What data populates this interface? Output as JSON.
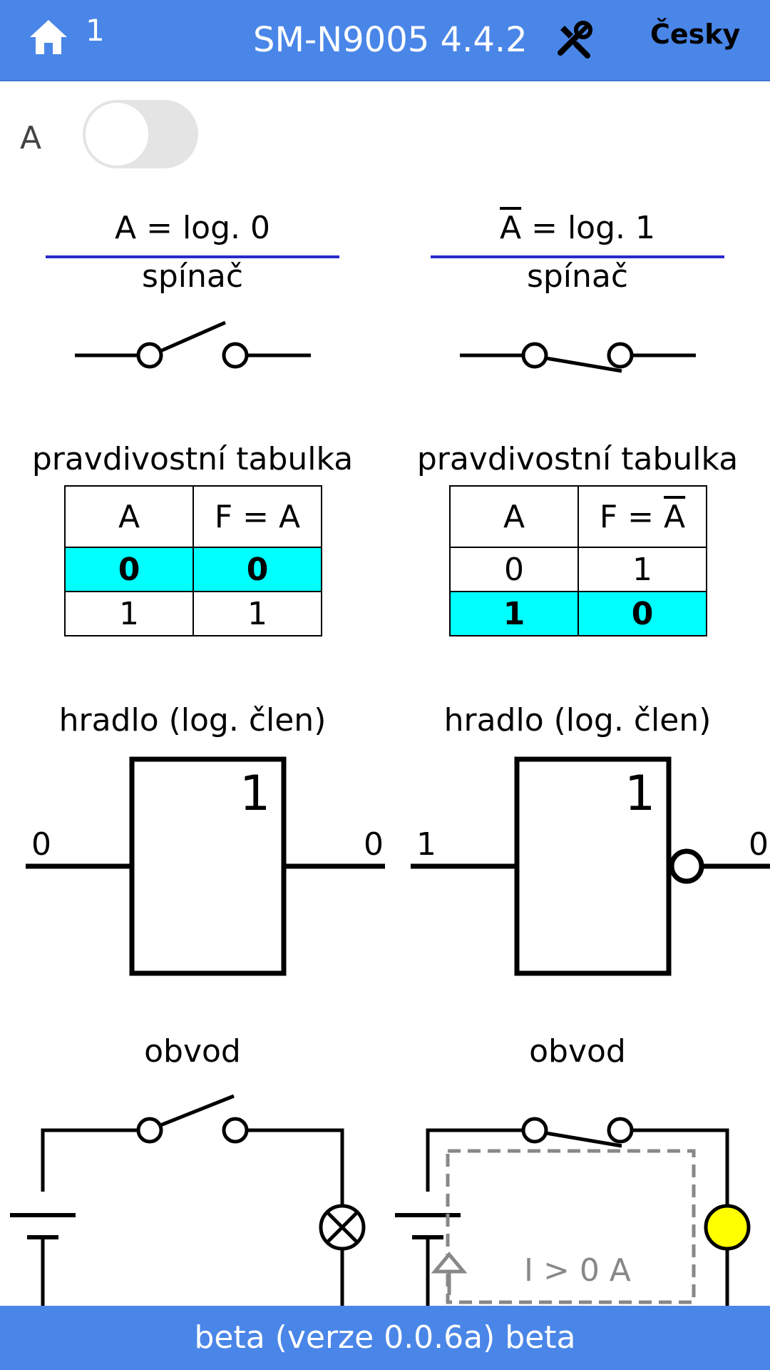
{
  "header": {
    "page_number": "1",
    "title": "SM-N9005 4.4.2",
    "language": "Česky",
    "icons": {
      "home": "home-icon",
      "tools": "tools-icon"
    }
  },
  "input": {
    "label": "A",
    "toggle_on": false
  },
  "left": {
    "state_var": "A",
    "state_rest": " = log. 0",
    "switch_caption": "spínač",
    "truth_caption": "pravdivostní tabulka",
    "truth_head": [
      "A",
      "F = A"
    ],
    "truth_rows": [
      [
        "0",
        "0"
      ],
      [
        "1",
        "1"
      ]
    ],
    "highlight_row": 0,
    "gate_caption": "hradlo (log. člen)",
    "gate_symbol": "1",
    "gate_in": "0",
    "gate_out": "0",
    "circuit_caption": "obvod"
  },
  "right": {
    "state_var": "A",
    "state_rest": " = log. 1",
    "switch_caption": "spínač",
    "truth_caption": "pravdivostní tabulka",
    "truth_head_prefix": "F = ",
    "truth_head": [
      "A",
      "A"
    ],
    "truth_rows": [
      [
        "0",
        "1"
      ],
      [
        "1",
        "0"
      ]
    ],
    "highlight_row": 1,
    "gate_caption": "hradlo (log. člen)",
    "gate_symbol": "1",
    "gate_in": "1",
    "gate_out": "0",
    "circuit_caption": "obvod",
    "current_label": "I  > 0 A"
  },
  "footer": {
    "text": "beta (verze 0.0.6a) beta"
  },
  "colors": {
    "bar": "#4a86e8",
    "highlight": "#00ffff",
    "lamp_on": "#ffff00",
    "underline": "#2a2acc"
  }
}
